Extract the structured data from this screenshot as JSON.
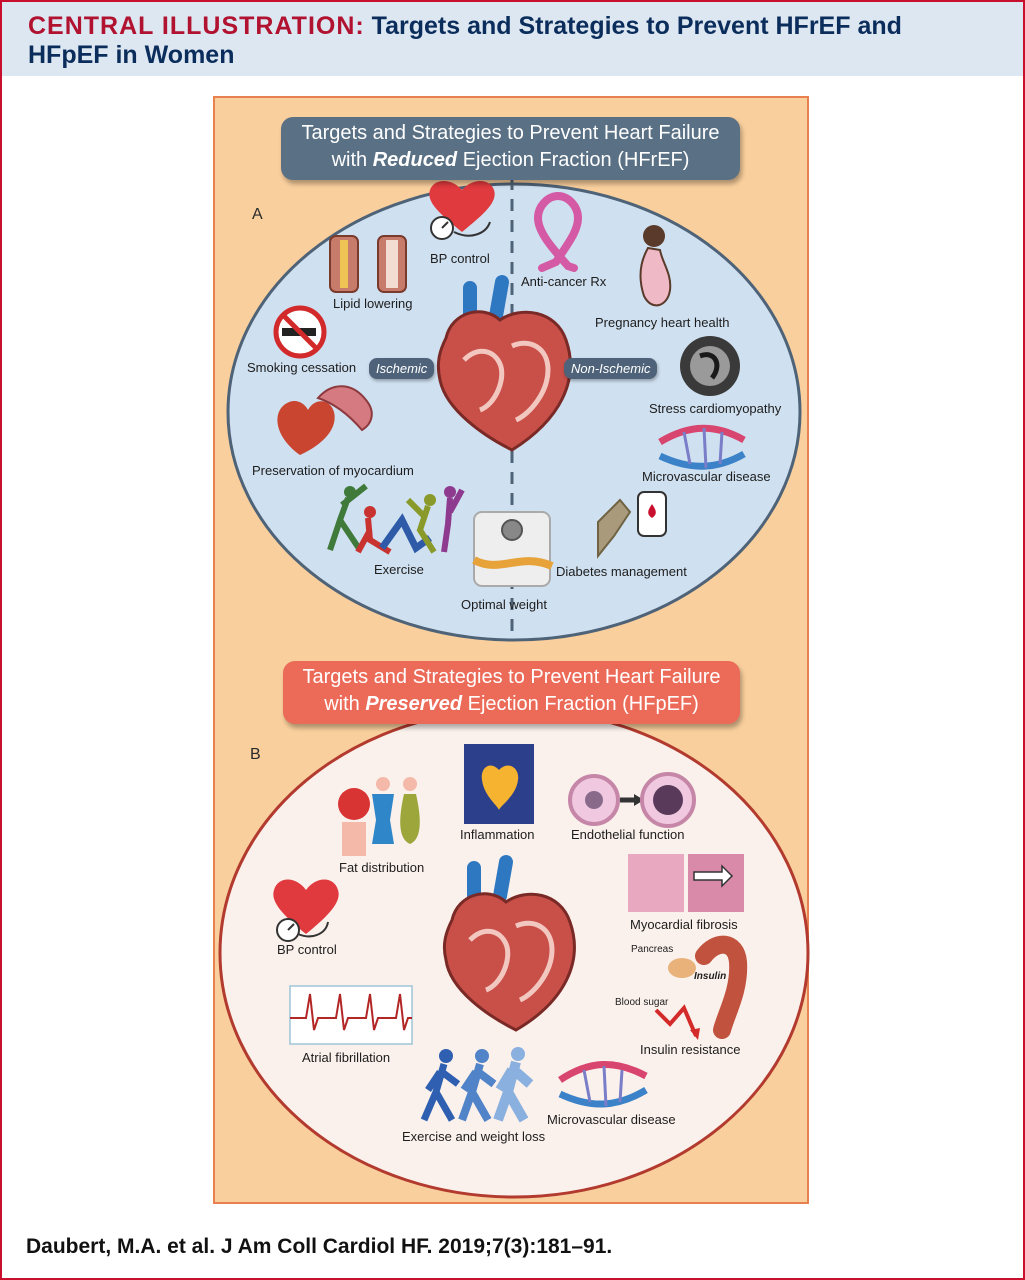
{
  "header": {
    "lead": "CENTRAL ILLUSTRATION:",
    "title_line1": "Targets and Strategies to Prevent HFrEF and",
    "title_line2": "HFpEF in Women"
  },
  "panel_a": {
    "letter": "A",
    "banner_line1": "Targets and Strategies to Prevent Heart Failure",
    "banner_pre": "with ",
    "banner_em": "Reduced",
    "banner_post": " Ejection Fraction (HFrEF)",
    "ischemic_label": "Ischemic",
    "nonischemic_label": "Non-Ischemic",
    "labels": {
      "bp_control": "BP control",
      "lipid_lowering": "Lipid lowering",
      "smoking_cessation": "Smoking cessation",
      "preservation": "Preservation of myocardium",
      "exercise": "Exercise",
      "optimal_weight": "Optimal weight",
      "anticancer": "Anti-cancer Rx",
      "pregnancy": "Pregnancy heart health",
      "stress_cardio": "Stress cardiomyopathy",
      "microvascular": "Microvascular disease",
      "diabetes": "Diabetes management"
    }
  },
  "panel_b": {
    "letter": "B",
    "banner_line1": "Targets and Strategies to Prevent Heart Failure",
    "banner_pre": "with ",
    "banner_em": "Preserved",
    "banner_post": " Ejection Fraction (HFpEF)",
    "labels": {
      "fat_distribution": "Fat distribution",
      "inflammation": "Inflammation",
      "endothelial": "Endothelial function",
      "bp_control": "BP control",
      "myocardial_fibrosis": "Myocardial fibrosis",
      "pancreas": "Pancreas",
      "insulin": "Insulin",
      "blood_sugar": "Blood sugar",
      "insulin_resistance": "Insulin resistance",
      "atrial_fib": "Atrial fibrillation",
      "exercise_weight": "Exercise and weight loss",
      "microvascular": "Microvascular disease"
    }
  },
  "footer": {
    "citation": "Daubert, M.A. et al. J Am Coll Cardiol HF. 2019;7(3):181–91."
  },
  "colors": {
    "accent_red": "#c8102e",
    "navy": "#0b2d5c",
    "panel_orange": "#f9cf9d",
    "oval_a": "#cfe0f0",
    "oval_b": "#fbf1ec",
    "banner_a": "#5a7085",
    "banner_b": "#ec6a58"
  }
}
